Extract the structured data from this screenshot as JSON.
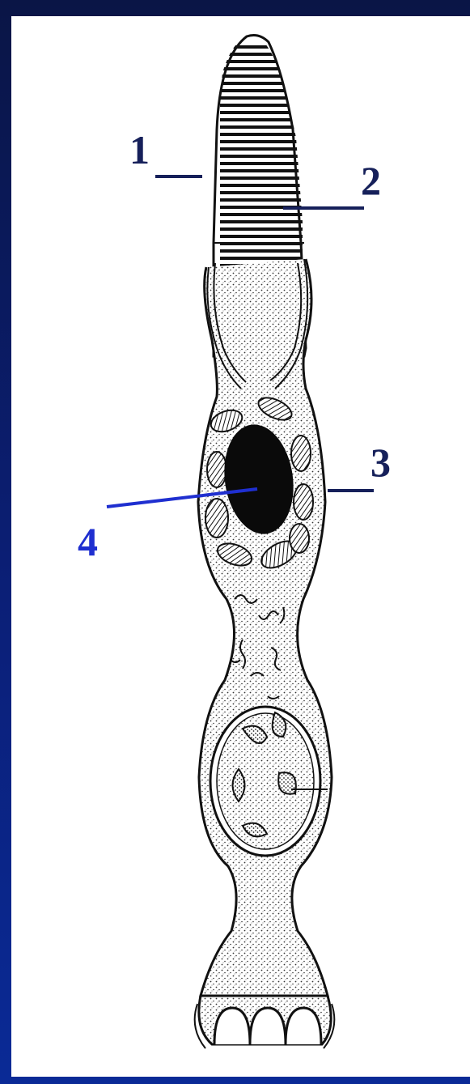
{
  "labels": [
    {
      "id": "1",
      "text": "1",
      "color": "#16205a"
    },
    {
      "id": "2",
      "text": "2",
      "color": "#16205a"
    },
    {
      "id": "3",
      "text": "3",
      "color": "#16205a"
    },
    {
      "id": "4",
      "text": "4",
      "color": "#1f2fd0"
    }
  ],
  "colors": {
    "background": "#0b1f77",
    "panel": "#ffffff",
    "ink": "#111111",
    "leader_dark": "#16205a",
    "leader_blue": "#1f2fd0"
  }
}
